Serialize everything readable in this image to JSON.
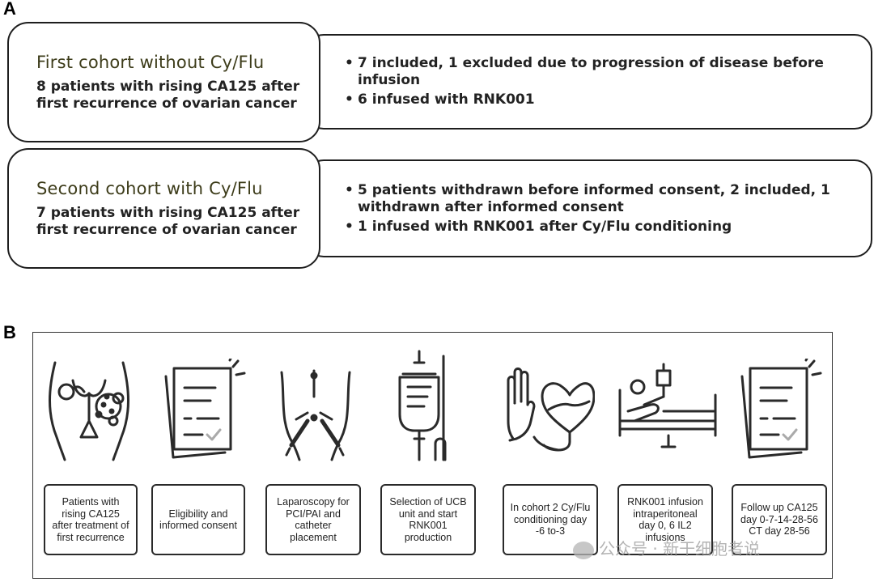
{
  "panel_a": {
    "label": "A",
    "cohorts": [
      {
        "title": "First cohort without Cy/Flu",
        "subtitle_lines": [
          "8 patients with rising CA125 after",
          "first recurrence of ovarian cancer"
        ],
        "bullets": [
          "7 included, 1 excluded due to progression of disease before infusion",
          "6 infused with RNK001"
        ]
      },
      {
        "title": "Second cohort with Cy/Flu",
        "subtitle_lines": [
          "7 patients with rising CA125 after",
          "first recurrence of ovarian cancer"
        ],
        "bullets": [
          "5 patients withdrawn before informed consent, 2 included, 1 withdrawn after informed consent",
          "1 infused with RNK001 after Cy/Flu conditioning"
        ]
      }
    ]
  },
  "panel_b": {
    "label": "B",
    "steps": [
      {
        "icon": "ovary-tumor-icon",
        "text": "Patients with rising CA125 after treatment of first recurrence"
      },
      {
        "icon": "document-checklist-icon",
        "text": "Eligibility and informed consent"
      },
      {
        "icon": "laparoscopy-icon",
        "text": "Laparoscopy for PCI/PAI and catheter placement"
      },
      {
        "icon": "iv-bag-icon",
        "text": "Selection of UCB unit and start RNK001 production"
      },
      {
        "icon": "hand-heart-icon",
        "text": "In cohort 2 Cy/Flu conditioning day -6 to-3"
      },
      {
        "icon": "hospital-bed-icon",
        "text": "RNK001 infusion intraperitoneal day 0, 6 IL2 infusions"
      },
      {
        "icon": "document-checklist-icon",
        "text": "Follow up CA125 day 0-7-14-28-56 CT day 28-56"
      }
    ]
  },
  "watermark": "公众号 · 新干细胞者说"
}
